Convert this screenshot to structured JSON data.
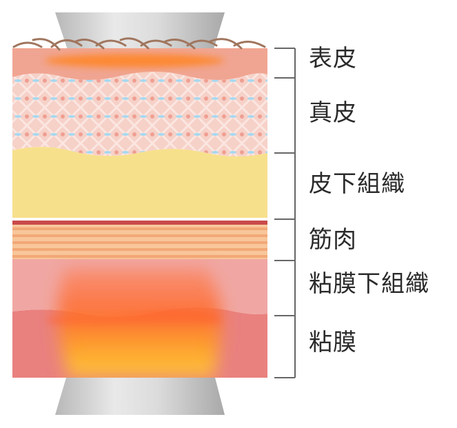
{
  "layers": [
    {
      "id": "epidermis",
      "label": "表皮"
    },
    {
      "id": "dermis",
      "label": "真皮"
    },
    {
      "id": "subcutaneous",
      "label": "皮下組織"
    },
    {
      "id": "muscle",
      "label": "筋肉"
    },
    {
      "id": "submucosa",
      "label": "粘膜下組織"
    },
    {
      "id": "mucosa",
      "label": "粘膜"
    }
  ],
  "colors": {
    "epidermis": "#f0a592",
    "dermis": "#f7cfc6",
    "subcutaneous": "#f7e08c",
    "muscle": "#f6b47f",
    "submucosa": "#f0a7a3",
    "mucosa": "#e9817f",
    "electrode": "#c4c4c4",
    "heat": "#ff7a2e",
    "bracket": "#666666"
  },
  "icons": {
    "top": "electrode-icon",
    "bottom": "electrode-icon",
    "heat": "heat-zone-icon"
  }
}
